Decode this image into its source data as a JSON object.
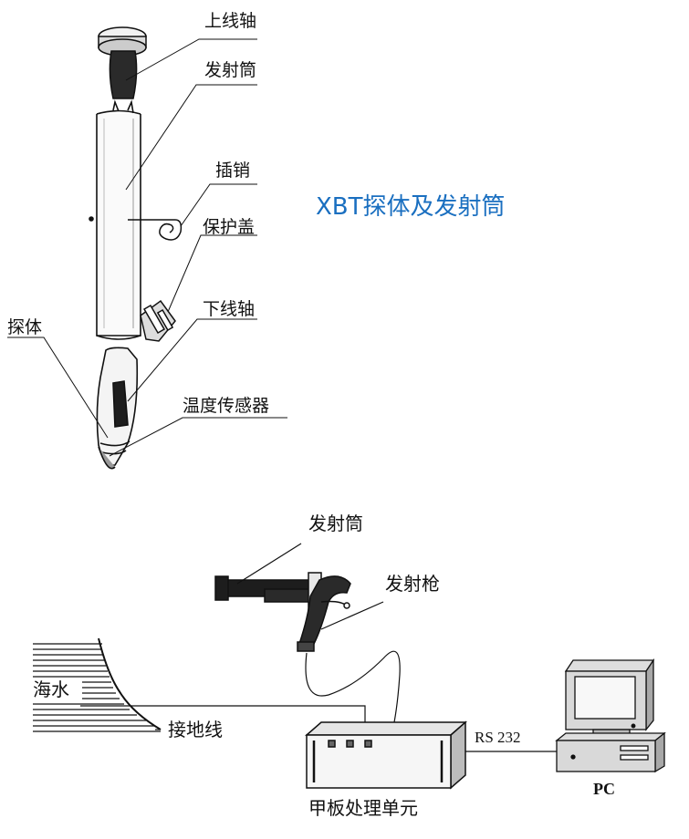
{
  "title": "XBT探体及发射筒",
  "labels": {
    "upper_spool": "上线轴",
    "launch_tube_top": "发射筒",
    "pin": "插销",
    "cap": "保护盖",
    "lower_spool": "下线轴",
    "probe": "探体",
    "temp_sensor": "温度传感器",
    "launch_tube_bottom": "发射筒",
    "launcher_gun": "发射枪",
    "seawater": "海水",
    "ground_wire": "接地线",
    "rs232": "RS 232",
    "deck_unit": "甲板处理单元",
    "pc": "PC"
  },
  "colors": {
    "title": "#1a6fc0",
    "line": "#111111"
  }
}
